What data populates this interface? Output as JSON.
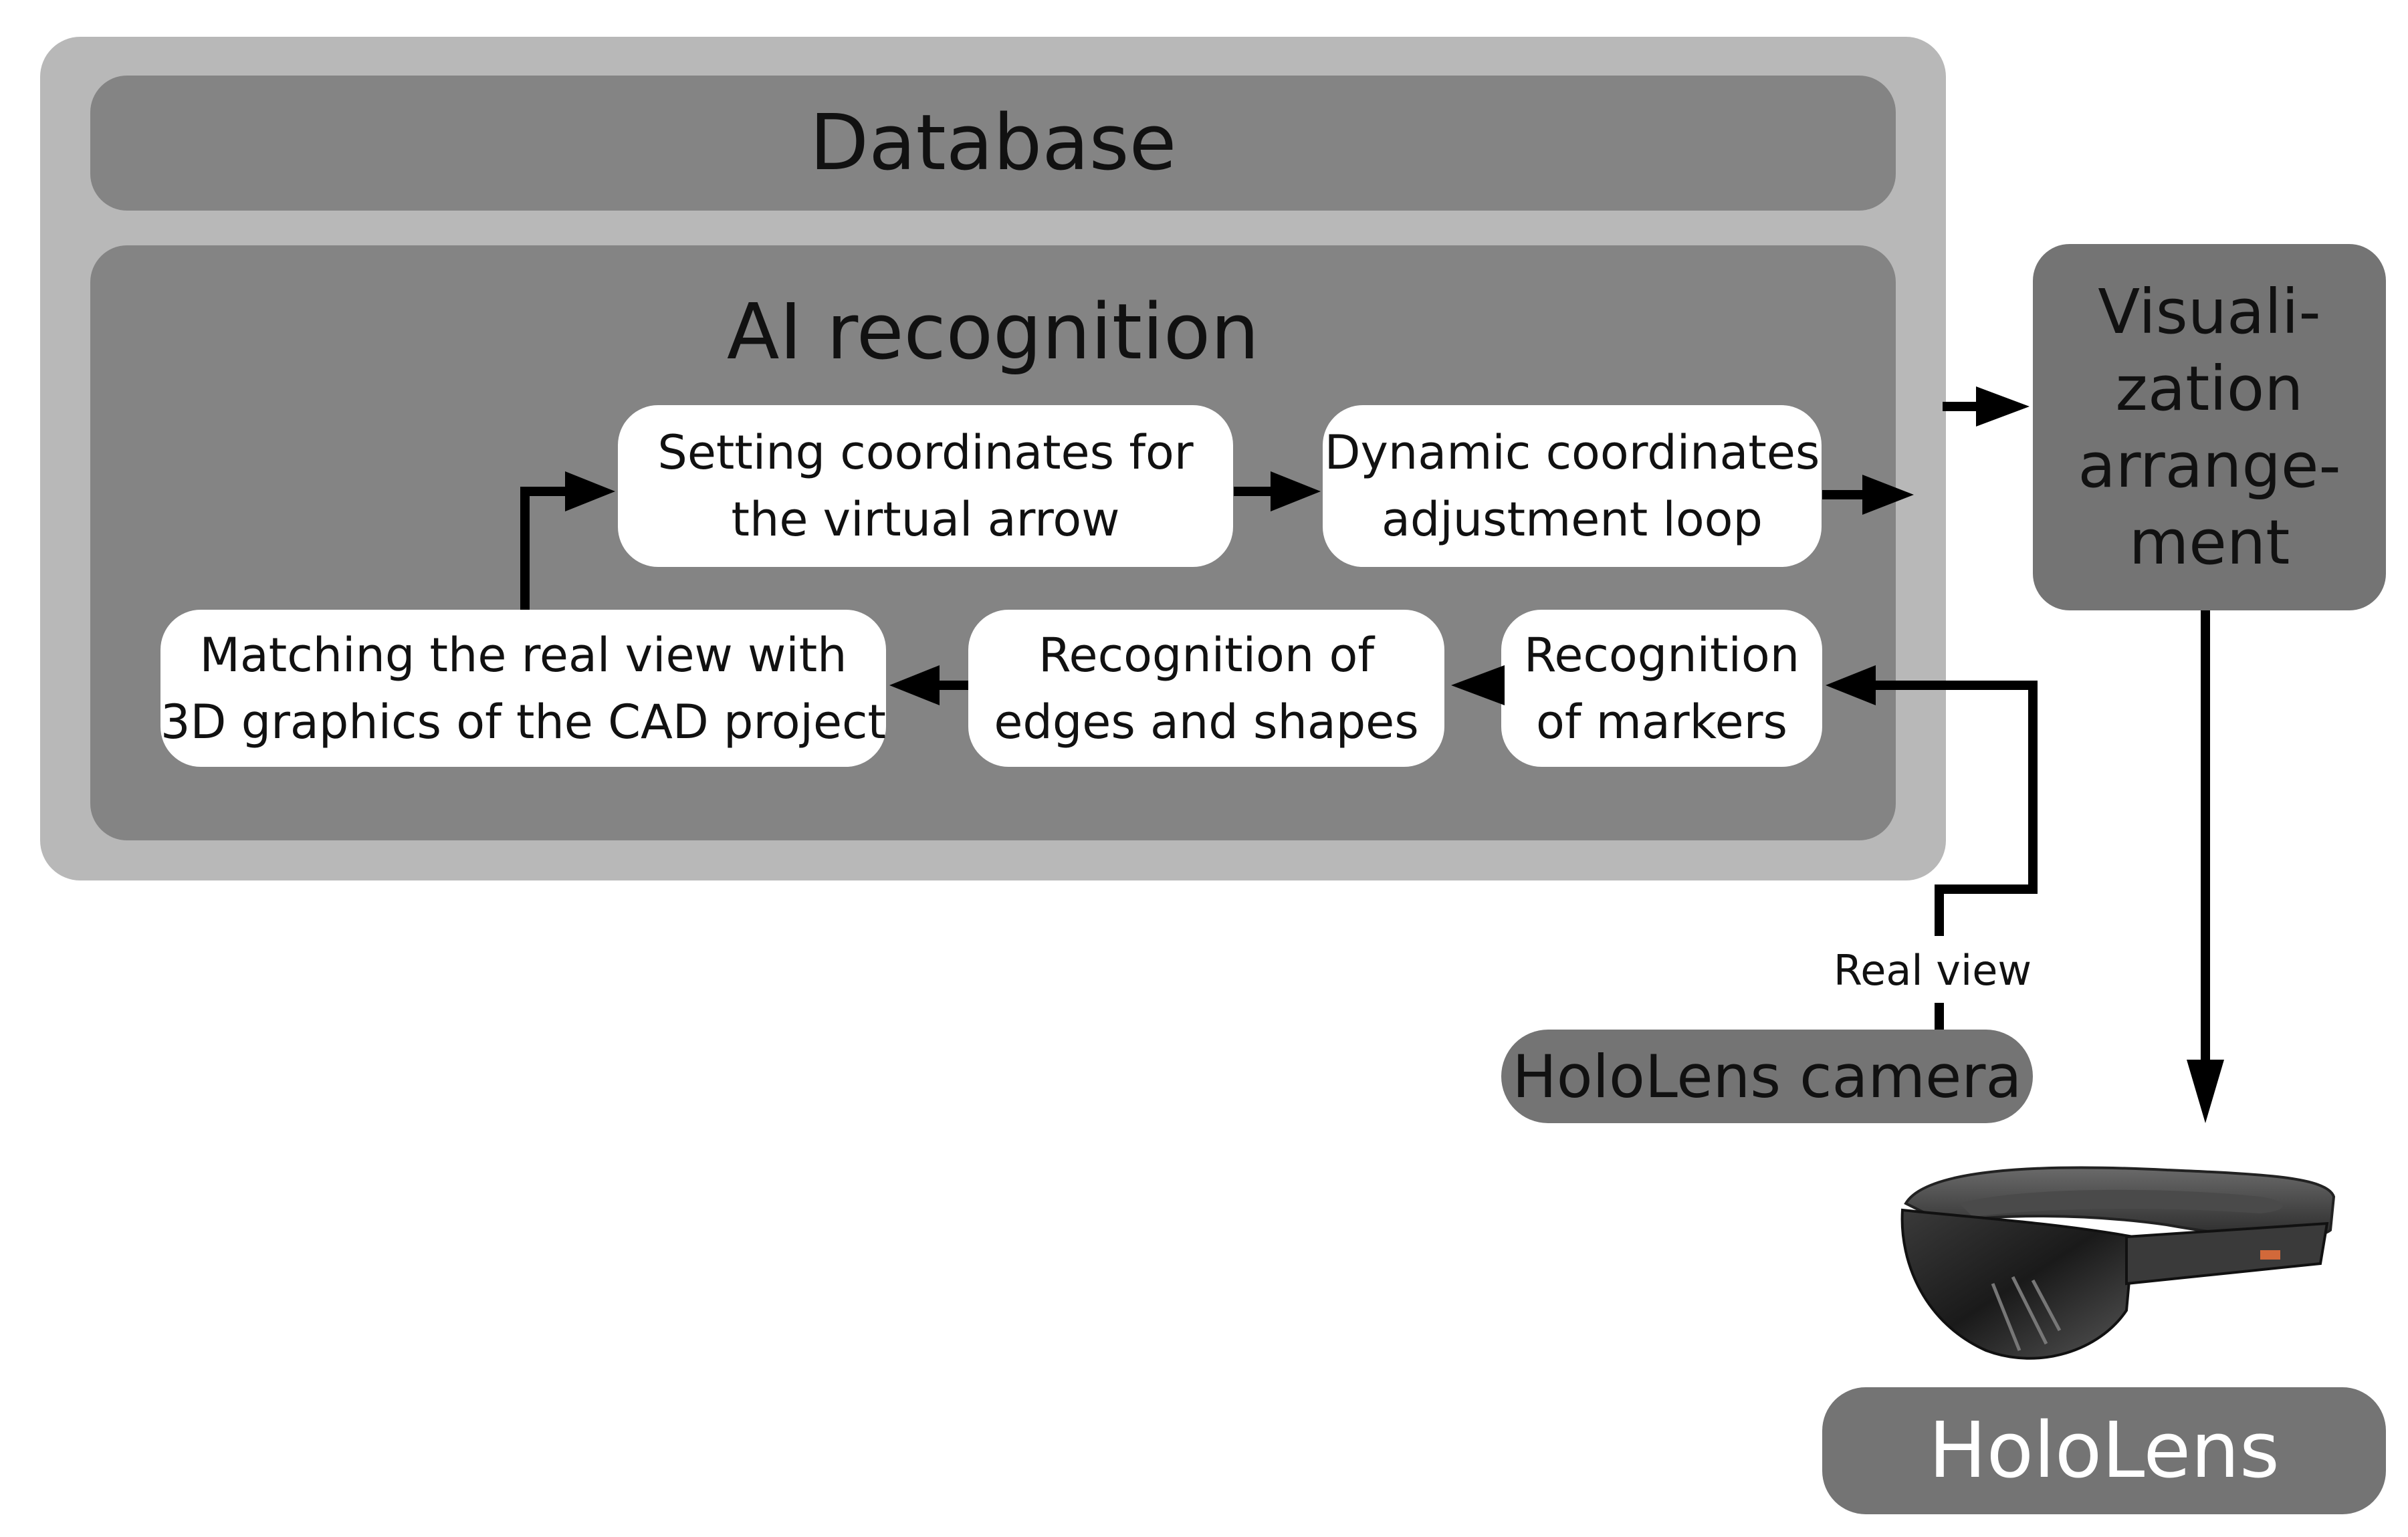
{
  "database": {
    "label": "Database"
  },
  "ai": {
    "label": "AI recognition"
  },
  "steps": {
    "setting": "Setting coordinates for\nthe virtual arrow",
    "dynamic": "Dynamic coordinates\nadjustment loop",
    "matching": "Matching the real view with\n3D graphics of the CAD project",
    "edges": "Recognition of\nedges and shapes",
    "markers": "Recognition\nof markers"
  },
  "visualization": {
    "label": "Visuali-\nzation\narrange-\nment"
  },
  "real_view": {
    "label": "Real view"
  },
  "camera": {
    "label": "HoloLens camera"
  },
  "hololens": {
    "label": "HoloLens"
  },
  "colors": {
    "outer": "#b8b8b8",
    "panel": "#848484",
    "box": "#747474",
    "arrow": "#000000"
  }
}
